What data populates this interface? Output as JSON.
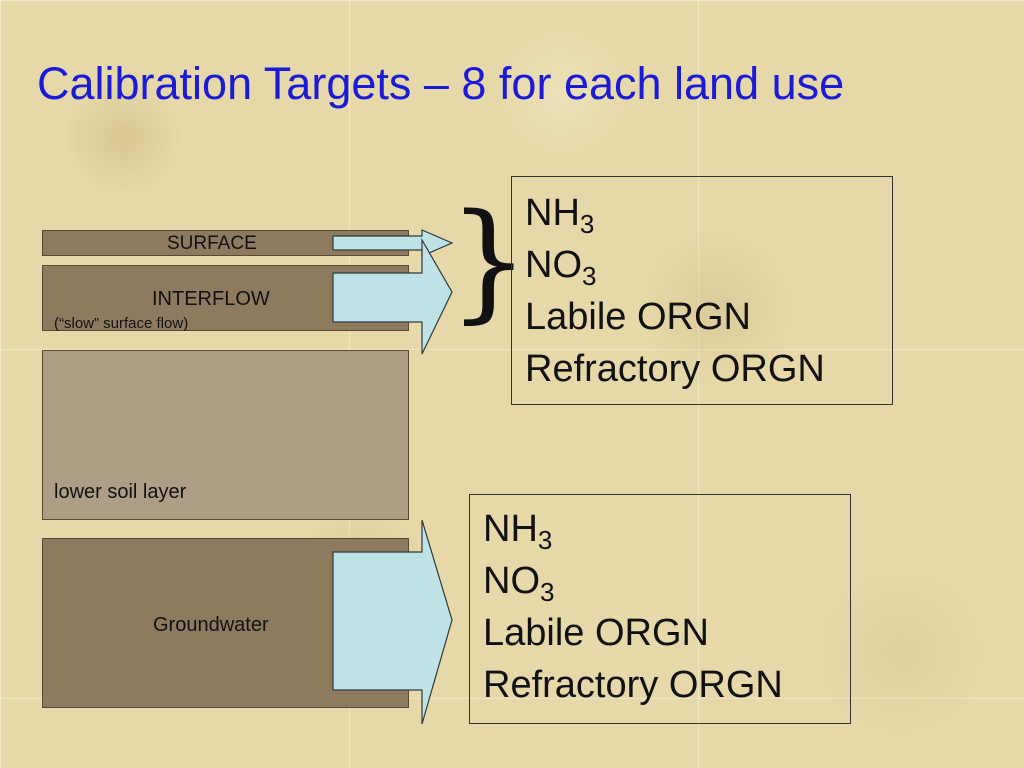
{
  "title": "Calibration Targets – 8 for each land use",
  "layers": {
    "surface": "SURFACE",
    "interflow": "INTERFLOW",
    "interflow_note": "(“slow” surface flow)",
    "lower_soil": "lower soil layer",
    "groundwater": "Groundwater"
  },
  "targets_upper": {
    "nh3_base": "NH",
    "nh3_sub": "3",
    "no3_base": "NO",
    "no3_sub": "3",
    "labile": "Labile ORGN",
    "refractory": "Refractory ORGN"
  },
  "targets_lower": {
    "nh3_base": "NH",
    "nh3_sub": "3",
    "no3_base": "NO",
    "no3_sub": "3",
    "labile": "Labile ORGN",
    "refractory": "Refractory ORGN"
  },
  "colors": {
    "title": "#1a1ad8",
    "layer_dark": "#8e7b5f",
    "layer_light": "#ad9d84",
    "arrow_fill": "#bfe2e6"
  }
}
